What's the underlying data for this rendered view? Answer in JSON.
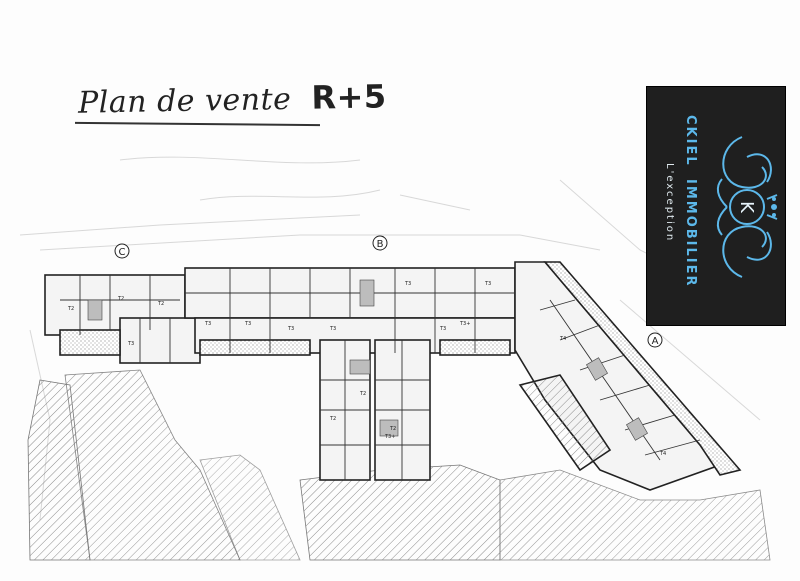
{
  "document": {
    "title_text": "Plan de vente",
    "level": "R+5"
  },
  "logo": {
    "brand_left": "CKIEL",
    "brand_right": "IMMOBILIER",
    "tagline": "L'exception",
    "monogram": "K",
    "accent_color": "#5cb8ea",
    "background_color": "#1f1f1f"
  },
  "plan": {
    "wing_markers": [
      "C",
      "B",
      "A"
    ],
    "unit_labels": [
      "T2",
      "T2",
      "T3",
      "T2",
      "T3",
      "T3",
      "T3",
      "T3",
      "T3",
      "T3",
      "T3+",
      "T3",
      "T2",
      "T2",
      "T2",
      "T3+",
      "T4",
      "T4"
    ]
  }
}
